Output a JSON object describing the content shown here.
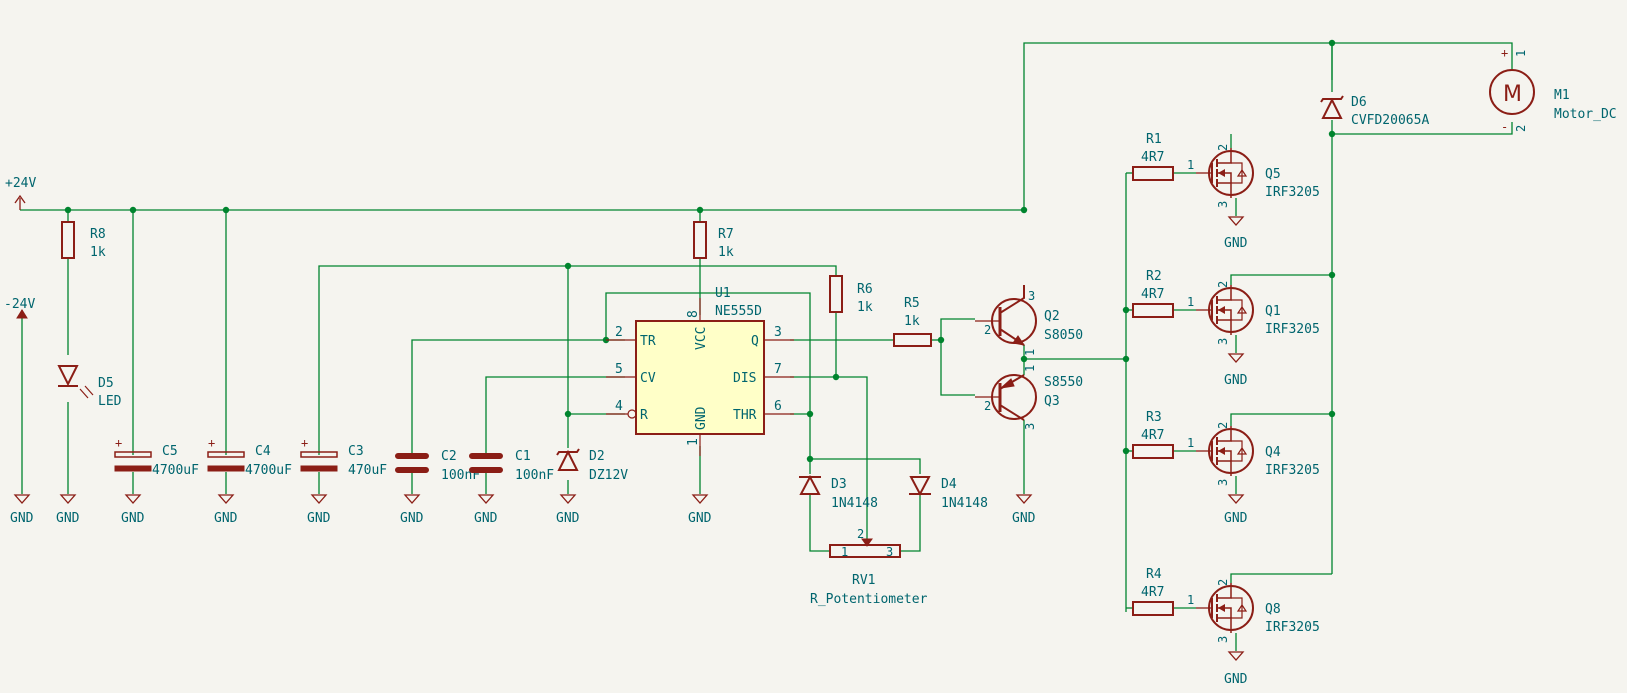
{
  "power": {
    "p24": "+24V",
    "m24": "-24V",
    "gnd": "GND"
  },
  "u1": {
    "ref": "U1",
    "value": "NE555D",
    "pins": {
      "tr": "TR",
      "cv": "CV",
      "r": "R",
      "vcc": "VCC",
      "gnd": "GND",
      "q": "Q",
      "dis": "DIS",
      "thr": "THR"
    },
    "nums": {
      "tr": "2",
      "cv": "5",
      "r": "4",
      "vcc": "8",
      "gnd": "1",
      "q": "3",
      "dis": "7",
      "thr": "6"
    }
  },
  "r8": {
    "ref": "R8",
    "value": "1k"
  },
  "r7": {
    "ref": "R7",
    "value": "1k"
  },
  "r6": {
    "ref": "R6",
    "value": "1k"
  },
  "r5": {
    "ref": "R5",
    "value": "1k"
  },
  "d5": {
    "ref": "D5",
    "value": "LED"
  },
  "c5": {
    "ref": "C5",
    "value": "4700uF"
  },
  "c4": {
    "ref": "C4",
    "value": "4700uF"
  },
  "c3": {
    "ref": "C3",
    "value": "470uF"
  },
  "c2": {
    "ref": "C2",
    "value": "100nF"
  },
  "c1": {
    "ref": "C1",
    "value": "100nF"
  },
  "d2": {
    "ref": "D2",
    "value": "DZ12V"
  },
  "d3": {
    "ref": "D3",
    "value": "1N4148"
  },
  "d4": {
    "ref": "D4",
    "value": "1N4148"
  },
  "rv1": {
    "ref": "RV1",
    "value": "R_Potentiometer",
    "p1": "1",
    "p2": "2",
    "p3": "3"
  },
  "q2": {
    "ref": "Q2",
    "value": "S8050"
  },
  "q3": {
    "ref": "Q3",
    "value": "S8550"
  },
  "d6": {
    "ref": "D6",
    "value": "CVFD20065A"
  },
  "m1": {
    "ref": "M1",
    "value": "Motor_DC",
    "glyph": "M",
    "plus": "+",
    "minus": "-",
    "p1": "1",
    "p2": "2"
  },
  "mosfets": [
    {
      "ref": "Q5",
      "value": "IRF3205",
      "rref": "R1",
      "rval": "4R7"
    },
    {
      "ref": "Q1",
      "value": "IRF3205",
      "rref": "R2",
      "rval": "4R7"
    },
    {
      "ref": "Q4",
      "value": "IRF3205",
      "rref": "R3",
      "rval": "4R7"
    },
    {
      "ref": "Q8",
      "value": "IRF3205",
      "rref": "R4",
      "rval": "4R7"
    }
  ],
  "pin_numbers": {
    "one": "1",
    "two": "2",
    "three": "3"
  }
}
